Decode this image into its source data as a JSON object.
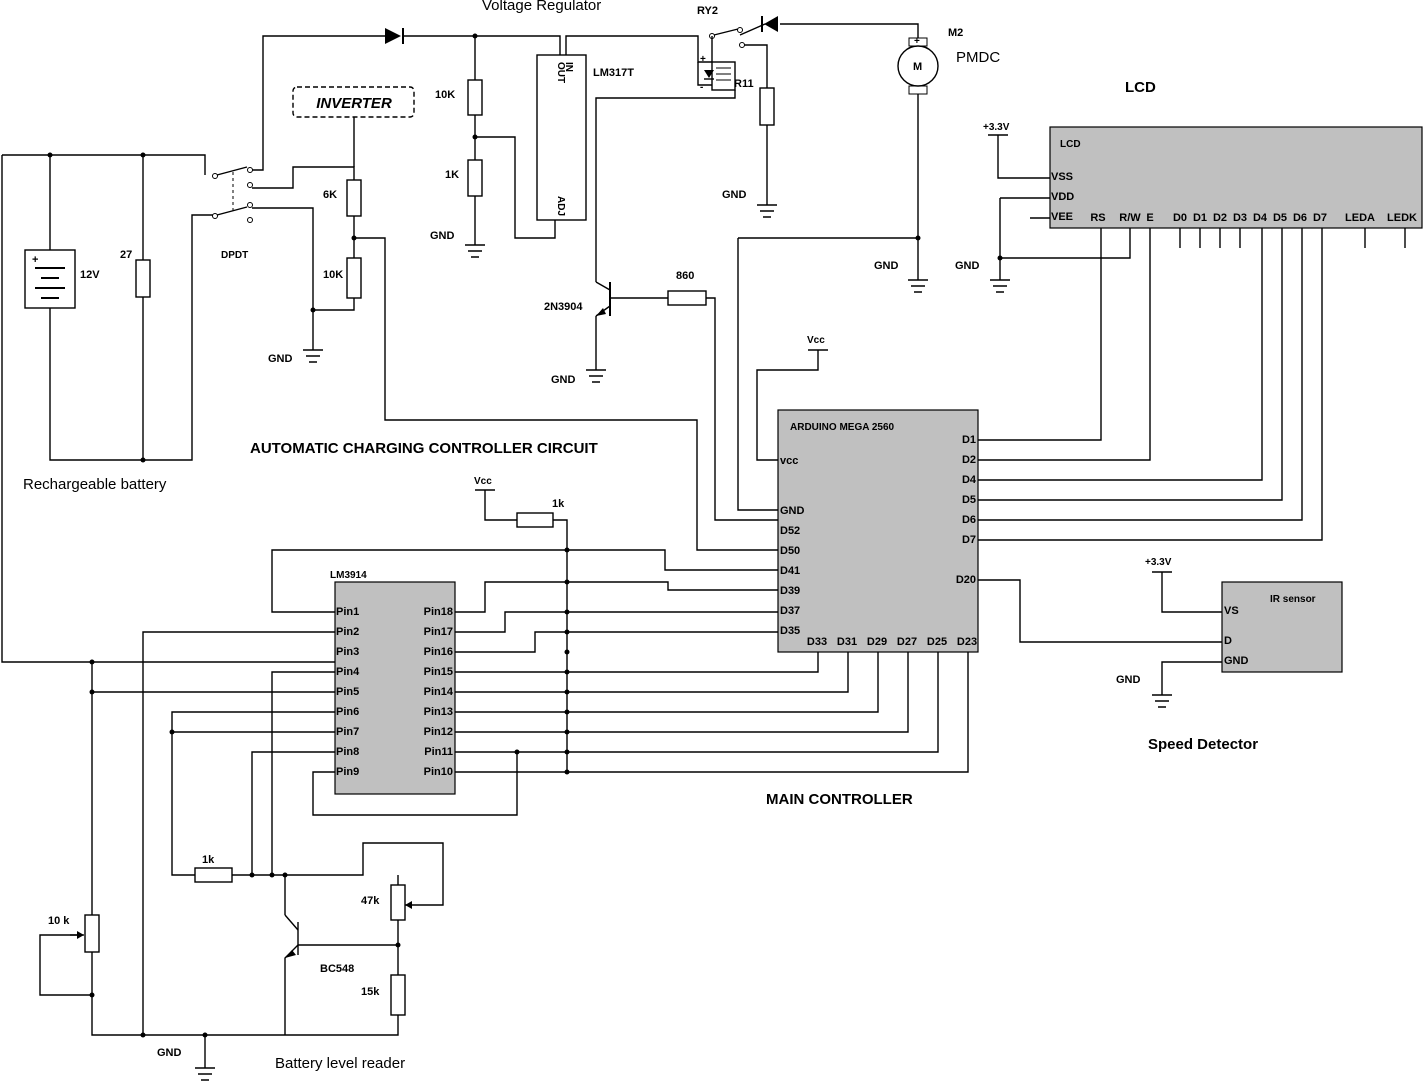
{
  "labels": {
    "voltage_regulator": "Voltage Regulator",
    "ry2": "RY2",
    "m2": "M2",
    "pmdc": "PMDC",
    "lcd_title": "LCD",
    "lm317t": "LM317T",
    "r11": "R11",
    "inverter": "INVERTER",
    "dpdt": "DPDT",
    "auto_charging": "AUTOMATIC CHARGING CONTROLLER CIRCUIT",
    "rechargeable_battery": "Rechargeable battery",
    "main_controller": "MAIN CONTROLLER",
    "speed_detector": "Speed Detector",
    "battery_level_reader": "Battery level reader",
    "arduino": "ARDUINO MEGA 2560",
    "lm3914": "LM3914",
    "ir_sensor": "IR sensor",
    "t2n3904": "2N3904",
    "bc548": "BC548",
    "adj": "ADJ",
    "out": "OUT",
    "in": "IN",
    "motor_m": "M"
  },
  "values": {
    "r10k_a": "10K",
    "r1k_a": "1K",
    "r6k": "6K",
    "r10k_b": "10K",
    "r27": "27",
    "battery_v": "12V",
    "r860": "860",
    "r1k_b": "1k",
    "r1k_c": "1k",
    "r47k": "47k",
    "r15k": "15k",
    "r10k_pot": "10 k",
    "vcc1": "Vcc",
    "vcc2": "Vcc",
    "v33_a": "+3.3V",
    "v33_b": "+3.3V"
  },
  "gnd": [
    "GND",
    "GND",
    "GND",
    "GND",
    "GND",
    "GND",
    "GND",
    "GND",
    "GND"
  ],
  "lcd_pins": {
    "title": "LCD",
    "vss": "VSS",
    "vdd": "VDD",
    "vee": "VEE",
    "top": [
      "RS",
      "R/W",
      "E",
      "D0",
      "D1",
      "D2",
      "D3",
      "D4",
      "D5",
      "D6",
      "D7",
      "LEDA",
      "LEDK"
    ]
  },
  "arduino_pins": {
    "left": [
      "vcc",
      "GND",
      "D52",
      "D50",
      "D41",
      "D39",
      "D37",
      "D35"
    ],
    "right": [
      "D1",
      "D2",
      "D4",
      "D5",
      "D6",
      "D7",
      "D20"
    ],
    "bottom": [
      "D33",
      "D31",
      "D29",
      "D27",
      "D25",
      "D23"
    ]
  },
  "lm3914_pins": {
    "left": [
      "Pin1",
      "Pin2",
      "Pin3",
      "Pin4",
      "Pin5",
      "Pin6",
      "Pin7",
      "Pin8",
      "Pin9"
    ],
    "right": [
      "Pin18",
      "Pin17",
      "Pin16",
      "Pin15",
      "Pin14",
      "Pin13",
      "Pin12",
      "Pin11",
      "Pin10"
    ]
  },
  "ir_pins": [
    "VS",
    "D",
    "GND"
  ],
  "polarity": {
    "plus": "+",
    "minus": "-"
  }
}
